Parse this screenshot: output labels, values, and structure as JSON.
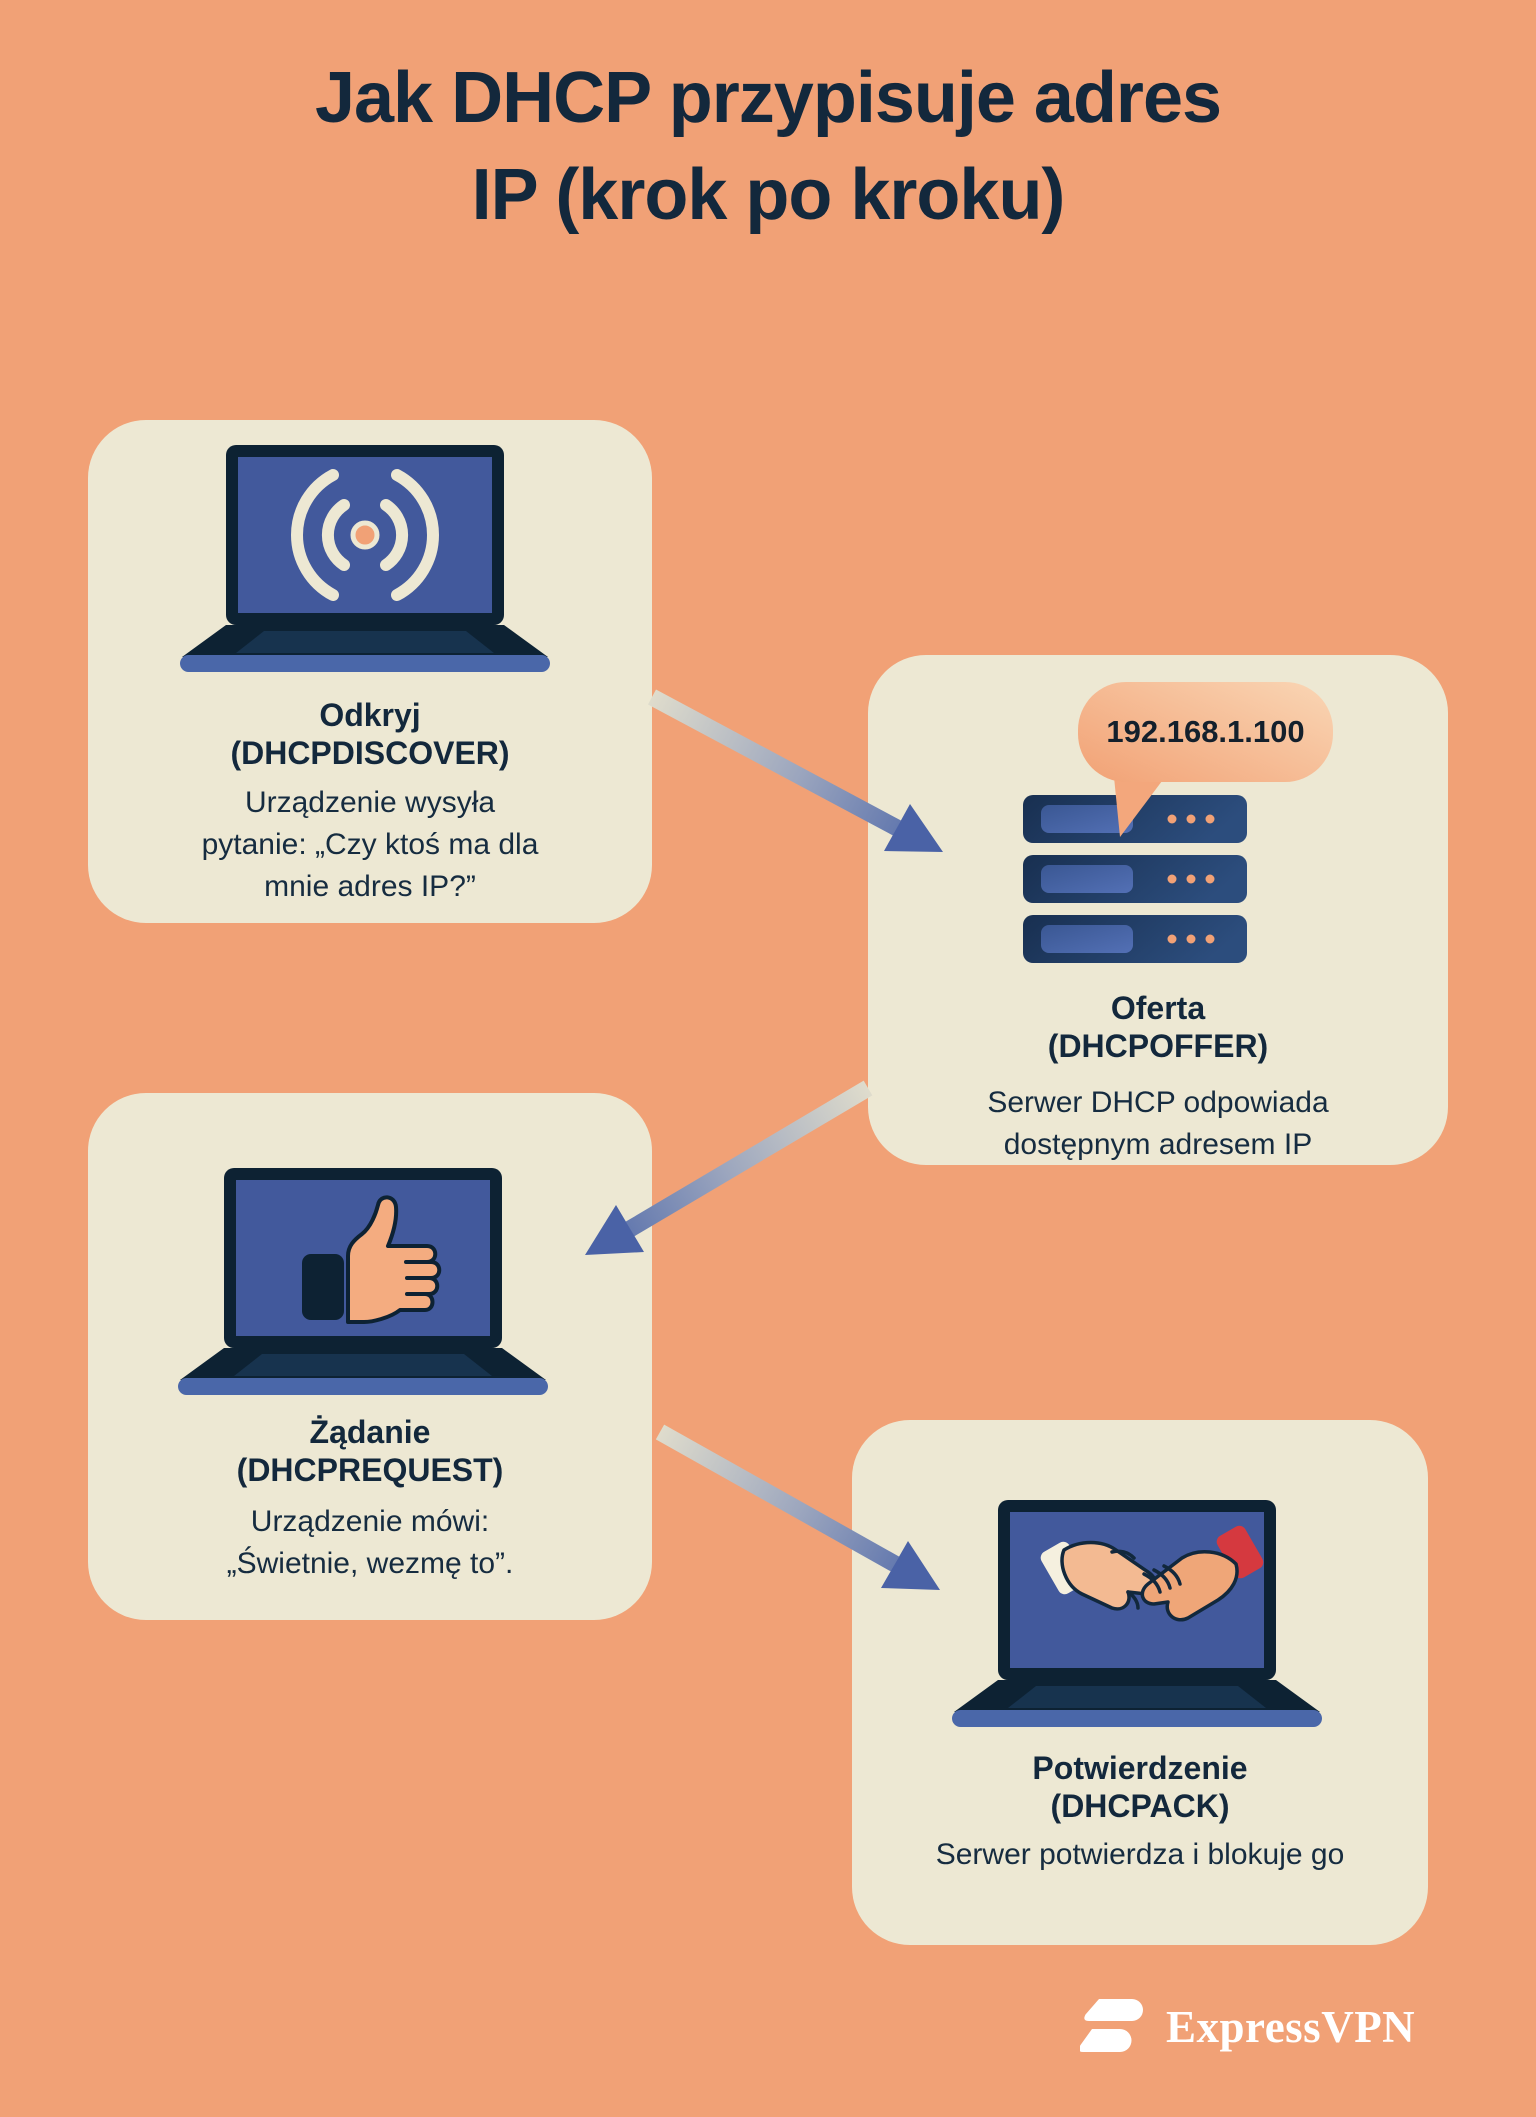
{
  "title": "Jak DHCP przypisuje adres\nIP (krok po kroku)",
  "steps": [
    {
      "heading": "Odkryj",
      "protocol": "(DHCPDISCOVER)",
      "description": "Urządzenie wysyła\npytanie: „Czy ktoś ma dla\nmnie adres IP?”",
      "icon": "laptop-wifi"
    },
    {
      "heading": "Oferta",
      "protocol": "(DHCPOFFER)",
      "description": "Serwer DHCP odpowiada\ndostępnym adresem IP",
      "icon": "dhcp-server",
      "bubble_ip": "192.168.1.100"
    },
    {
      "heading": "Żądanie",
      "protocol": "(DHCPREQUEST)",
      "description": "Urządzenie mówi:\n„Świetnie, wezmę to”.",
      "icon": "laptop-thumbs-up"
    },
    {
      "heading": "Potwierdzenie",
      "protocol": "(DHCPACK)",
      "description": "Serwer potwierdza i blokuje go",
      "icon": "laptop-handshake"
    }
  ],
  "footer": {
    "brand": "ExpressVPN"
  },
  "colors": {
    "background": "#F1A176",
    "card": "#EDE8D3",
    "ink": "#13283C",
    "screen_blue": "#42599C",
    "laptop_dark": "#0D2233",
    "base_blue": "#4A67A9",
    "arrow_blue": "#4C66A8",
    "bubble_light": "#F9D0AE",
    "bubble_deep": "#F2A478",
    "cuff_red": "#D5393F",
    "hand_peach": "#F4AC80",
    "white": "#FFFFFF"
  }
}
